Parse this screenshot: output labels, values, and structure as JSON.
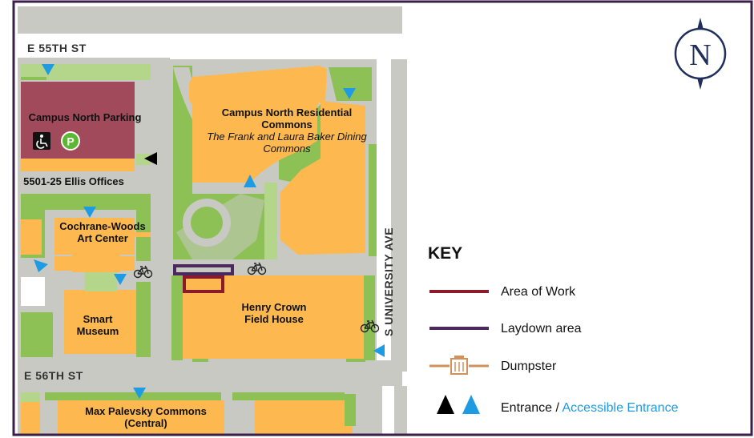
{
  "colors": {
    "frame": "#3a1f4a",
    "road": "#c9c9c3",
    "grass": "#8dc155",
    "lightgrass": "#b3d68a",
    "building": "#fdb94f",
    "parking": "#a14a5c",
    "area_of_work": "#8b1a2b",
    "laydown": "#4a2a5e",
    "dumpster": "#d2915a",
    "entrance": "#000000",
    "accessible": "#1e9be3",
    "compass": "#1f2f5a"
  },
  "compass": {
    "letter": "N"
  },
  "streets": {
    "e55": "E 55TH ST",
    "e56": "E 56TH ST",
    "university": "S UNIVERSITY AVE"
  },
  "buildings": {
    "parking_name": "Campus North Parking",
    "ellis": "5501-25 Ellis Offices",
    "residential_l1": "Campus North Residential",
    "residential_l2": "Commons",
    "dining_l1": "The Frank and Laura Baker Dining",
    "dining_l2": "Commons",
    "cochrane_l1": "Cochrane-Woods",
    "cochrane_l2": "Art Center",
    "smart_l1": "Smart",
    "smart_l2": "Museum",
    "henry_l1": "Henry Crown",
    "henry_l2": "Field House",
    "max_l1": "Max Palevsky Commons",
    "max_l2": "(Central)"
  },
  "icons": {
    "accessible": "wheelchair-icon",
    "parking": "parking-icon",
    "bike": "bicycle-icon",
    "dumpster": "dumpster-icon"
  },
  "parking_letter": "P",
  "key": {
    "title": "KEY",
    "area_of_work": "Area of Work",
    "laydown": "Laydown area",
    "dumpster": "Dumpster",
    "entrance": "Entrance",
    "separator": " / ",
    "accessible": "Accessible Entrance"
  }
}
